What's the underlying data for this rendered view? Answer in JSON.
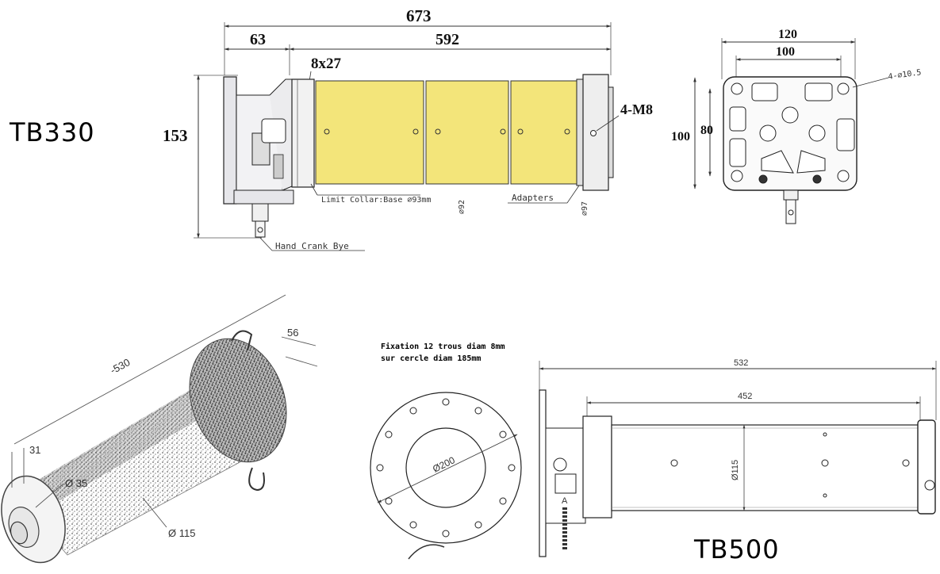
{
  "models": {
    "tb330": "TB330",
    "tb500": "TB500"
  },
  "tb330_side": {
    "overall_length": "673",
    "flange_length": "63",
    "tube_length": "592",
    "tube_holes": "8x27",
    "height": "153",
    "end_screws": "4-M8",
    "limit_collar": "Limit Collar:Base  ⌀93mm",
    "tube_diameter": "⌀92",
    "adapters": "Adapters",
    "end_diameter": "⌀97",
    "hand_crank": "Hand Crank Bye"
  },
  "tb330_flange": {
    "width_outer": "120",
    "width_inner": "100",
    "height_outer": "100",
    "height_inner": "80",
    "holes": "4-⌀10.5"
  },
  "iso_view": {
    "length": "-530",
    "head_length": "56",
    "end_length": "31",
    "shaft_diameter": "Ø 35",
    "tube_diameter": "Ø 115"
  },
  "tb500_flange": {
    "note_line1": "Fixation 12 trous diam 8mm",
    "note_line2": "sur cercle diam 185mm",
    "center_diameter": "Ø200"
  },
  "tb500_side": {
    "overall_length": "532",
    "tube_length": "452",
    "tube_diameter": "Ø115",
    "connector_letter": "A"
  },
  "colors": {
    "tube_yellow": "#f3e57a",
    "line": "#222222",
    "grey_fill": "#e6e6ea"
  }
}
